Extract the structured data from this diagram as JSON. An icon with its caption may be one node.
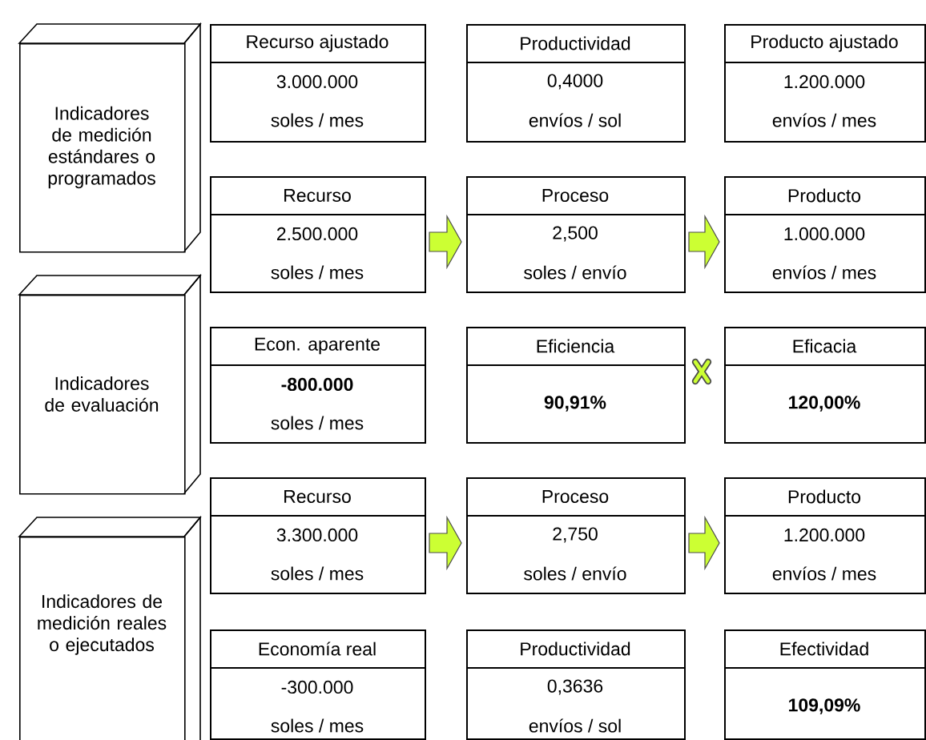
{
  "diagram": {
    "nodes": [
      {
        "text": [
          "Indicadores de medición estándares o programados"
        ]
      },
      {
        "text": [
          "Recurso ajustado",
          "3.000.000",
          "soles / mes"
        ]
      },
      {
        "text": [
          "Productividad",
          "0,4000",
          "envíos / sol"
        ]
      },
      {
        "text": [
          "Producto ajustado",
          "1.200.000",
          "envíos / mes"
        ]
      },
      {
        "text": [
          "Recurso",
          "2.500.000",
          "soles / mes"
        ]
      },
      {
        "text": [
          "Proceso",
          "2,500",
          "soles / envío"
        ]
      },
      {
        "text": [
          "Producto",
          "1.000.000",
          "envíos / mes"
        ]
      },
      {
        "text": [
          "Indicadores de evaluación"
        ]
      },
      {
        "text": [
          "Econ. aparente",
          "-800.000",
          "soles / mes"
        ]
      },
      {
        "text": [
          "Eficiencia",
          "90,91%"
        ]
      },
      {
        "text": [
          "Eficacia",
          "120,00%"
        ]
      },
      {
        "text": [
          "Recurso",
          "3.300.000",
          "soles / mes"
        ]
      },
      {
        "text": [
          "Proceso",
          "2,750",
          "soles / envío"
        ]
      },
      {
        "text": [
          "Producto",
          "1.200.000",
          "envíos / mes"
        ]
      },
      {
        "text": [
          "Indicadores de medición reales o ejecutados"
        ]
      },
      {
        "text": [
          "Economía real",
          "-300.000",
          "soles / mes"
        ]
      },
      {
        "text": [
          "Productividad",
          "0,3636",
          "envíos / sol"
        ]
      },
      {
        "text": [
          "Efectividad",
          "109,09%"
        ]
      }
    ],
    "edges": [
      {
        "from": 4,
        "to": 5,
        "arrow": "to"
      },
      {
        "from": 5,
        "to": 6,
        "arrow": "to"
      },
      {
        "from": 11,
        "to": 12,
        "arrow": "to"
      },
      {
        "from": 12,
        "to": 13,
        "arrow": "to"
      }
    ]
  }
}
